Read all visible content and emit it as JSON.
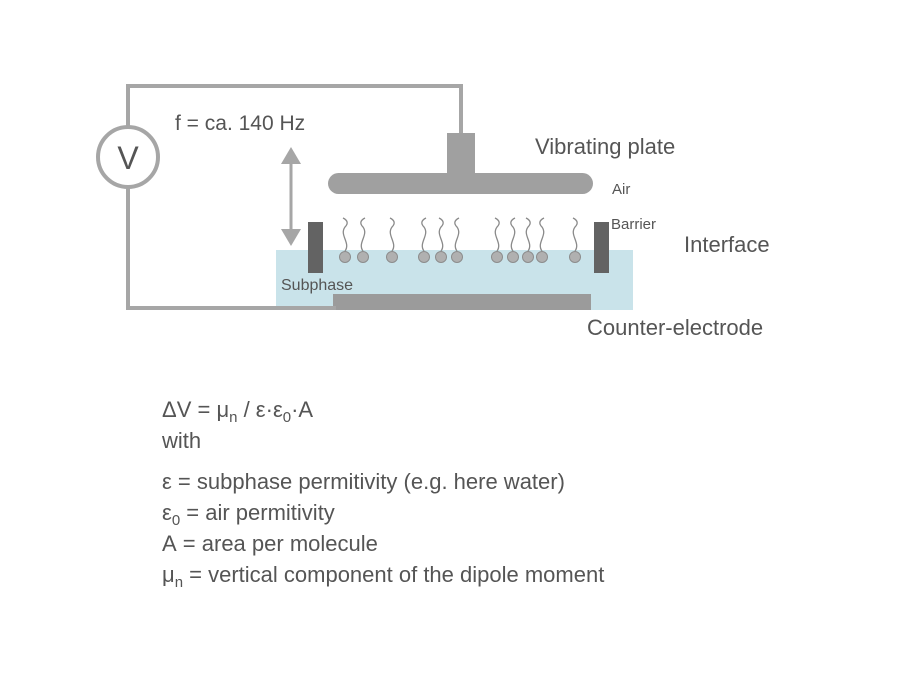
{
  "diagram": {
    "voltmeter_symbol": "V",
    "frequency_label": "f = ca. 140 Hz",
    "vibrating_plate_label": "Vibrating plate",
    "air_label": "Air",
    "barrier_label": "Barrier",
    "interface_label": "Interface",
    "subphase_label": "Subphase",
    "counter_electrode_label": "Counter-electrode",
    "colors": {
      "wire": "#a6a6a6",
      "plate": "#a0a0a0",
      "barrier": "#636363",
      "subphase": "#c9e3ea",
      "electrode": "#9b9b9b",
      "molecule_head": "#b0b0b0"
    }
  },
  "formula": {
    "main": {
      "lhs": "ΔV = μ",
      "sub1": "n",
      "mid": " / ε·ε",
      "sub2": "0",
      "rhs": "·A"
    },
    "with": "with",
    "definitions": [
      {
        "sym": "ε",
        "sub": "",
        "text": " = subphase permitivity (e.g. here water)"
      },
      {
        "sym": "ε",
        "sub": "0",
        "text": " = air permitivity"
      },
      {
        "sym": "A",
        "sub": "",
        "text": " = area per molecule"
      },
      {
        "sym": "μ",
        "sub": "n",
        "text": " = vertical component of the dipole moment"
      }
    ]
  }
}
